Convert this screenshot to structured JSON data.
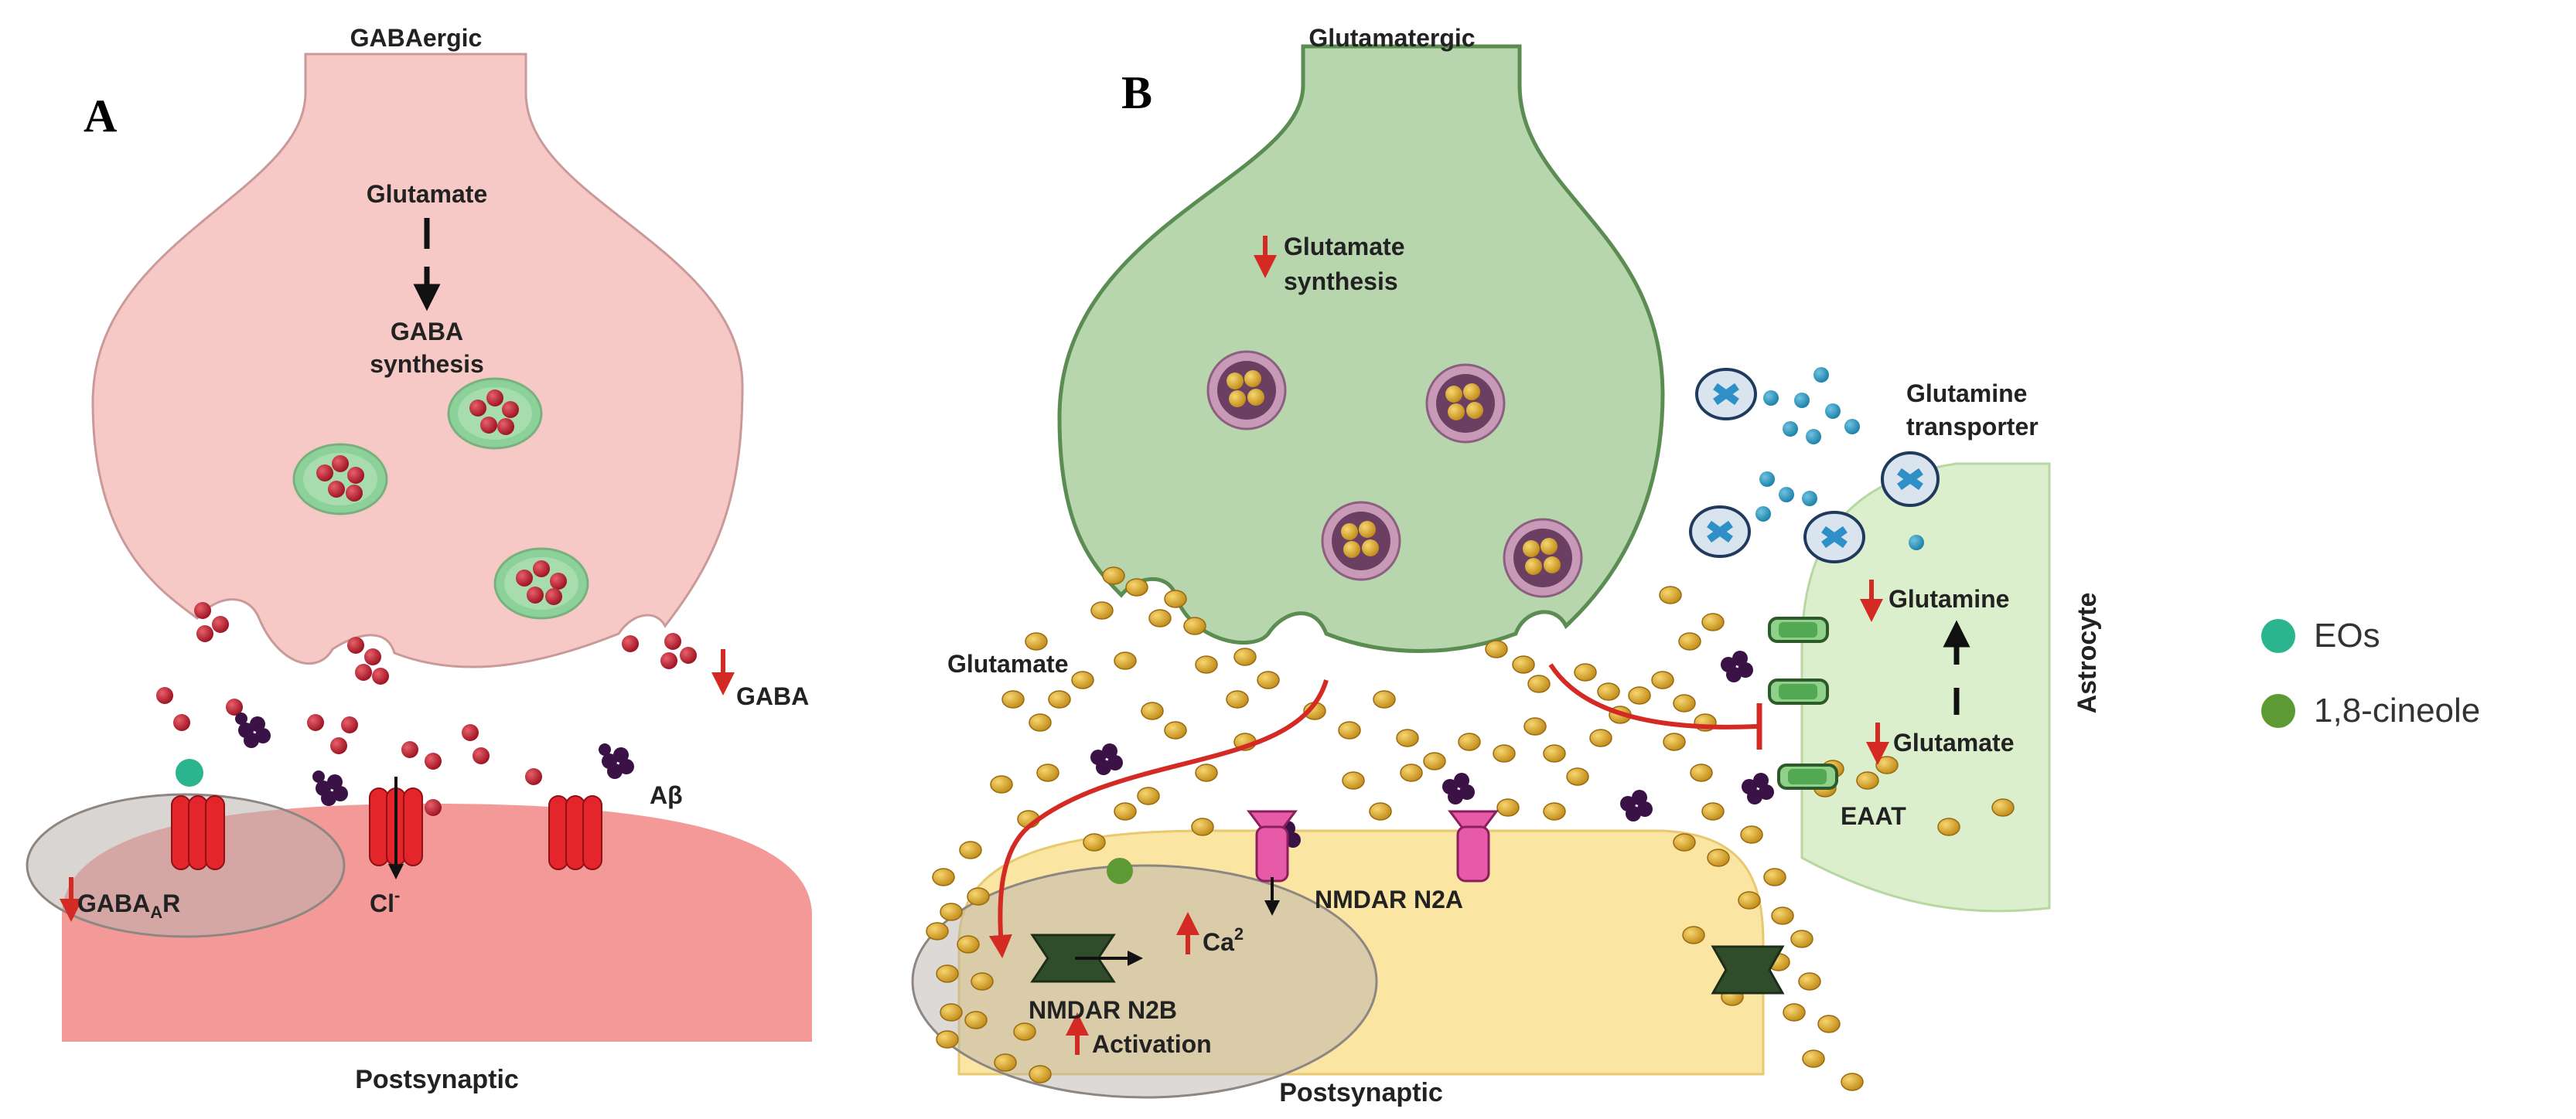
{
  "panel_a": {
    "letter": "A",
    "presynaptic_title": "GABAergic",
    "glutamate": "Glutamate",
    "gaba_synthesis_line1": "GABA",
    "gaba_synthesis_line2": "synthesis",
    "gaba": "GABA",
    "abeta": "Aβ",
    "gabaar_main": "GABA",
    "gabaar_sub": "A",
    "gabaar_suffix": "R",
    "chloride": "Cl",
    "chloride_sup": "-",
    "postsynaptic": "Postsynaptic"
  },
  "panel_b": {
    "letter": "B",
    "presynaptic_title": "Glutamatergic",
    "glutamate_synthesis_line1": "Glutamate",
    "glutamate_synthesis_line2": "synthesis",
    "glutamine_transporter_line1": "Glutamine",
    "glutamine_transporter_line2": "transporter",
    "glutamine": "Glutamine",
    "glutamate_astro": "Glutamate",
    "astrocyte": "Astrocyte",
    "eaat": "EAAT",
    "glutamate_cleft": "Glutamate",
    "nmdar_n2a": "NMDAR N2A",
    "calcium": "Ca",
    "calcium_sup": "2",
    "nmdar_n2b": "NMDAR N2B",
    "activation": "Activation",
    "postsynaptic": "Postsynaptic"
  },
  "legend": {
    "items": [
      {
        "label": "EOs",
        "color": "#2bb58f"
      },
      {
        "label": "1,8-cineole",
        "color": "#5e9a33"
      }
    ]
  },
  "colors": {
    "gaba_pre": "#f6c9c6",
    "gaba_post": "#f39a98",
    "glut_pre": "#b7d6ad",
    "glut_post": "#fbe5a3",
    "astrocyte": "#dcefcc",
    "arrow_red": "#d32b24"
  }
}
